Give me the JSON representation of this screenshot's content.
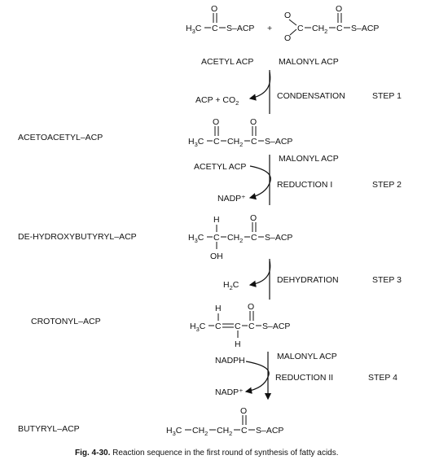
{
  "compound_names": {
    "acetoacetyl": "ACETOACETYL–ACP",
    "hydroxybutyryl": "DE-HYDROXYBUTYRYL–ACP",
    "crotonyl": "CROTONYL–ACP",
    "butyryl": "BUTYRYL–ACP"
  },
  "top": {
    "acetyl_label": "ACETYL ACP",
    "malonyl_label": "MALONYL ACP",
    "plus": "+"
  },
  "steps": [
    {
      "label": "STEP 1",
      "process": "CONDENSATION",
      "input": "",
      "output": "ACP + CO",
      "output_sub": "2",
      "side": ""
    },
    {
      "label": "STEP 2",
      "process": "REDUCTION I",
      "input": "ACETYL ACP",
      "output": "NADP⁺",
      "side": "MALONYL ACP"
    },
    {
      "label": "STEP 3",
      "process": "DEHYDRATION",
      "input": "",
      "output": "H",
      "output_sub": "2",
      "output_tail": "C",
      "side": ""
    },
    {
      "label": "STEP 4",
      "process": "REDUCTION II",
      "input": "NADPH",
      "output": "NADP⁺",
      "side": "MALONYL ACP"
    }
  ],
  "chem": {
    "acp": "S–ACP",
    "o": "O",
    "c": "C",
    "h": "H",
    "oh": "OH",
    "ch2": "CH",
    "two": "2",
    "h3c": "H",
    "three": "3"
  },
  "caption": {
    "prefix": "Fig. 4-30.",
    "text": "Reaction sequence in the first round of synthesis of fatty acids."
  }
}
